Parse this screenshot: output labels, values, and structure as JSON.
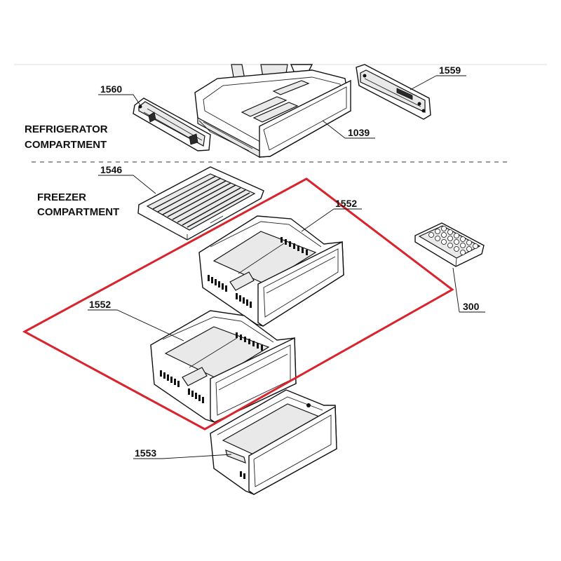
{
  "sections": {
    "refrigerator_line1": "REFRIGERATOR",
    "refrigerator_line2": "COMPARTMENT",
    "freezer_line1": "FREEZER",
    "freezer_line2": "COMPARTMENT"
  },
  "parts": {
    "p1560": "1560",
    "p1559": "1559",
    "p1039": "1039",
    "p1546": "1546",
    "p1552_upper": "1552",
    "p1552_lower": "1552",
    "p300": "300",
    "p1553": "1553"
  },
  "colors": {
    "highlight": "#d9232d",
    "line": "#111111"
  }
}
